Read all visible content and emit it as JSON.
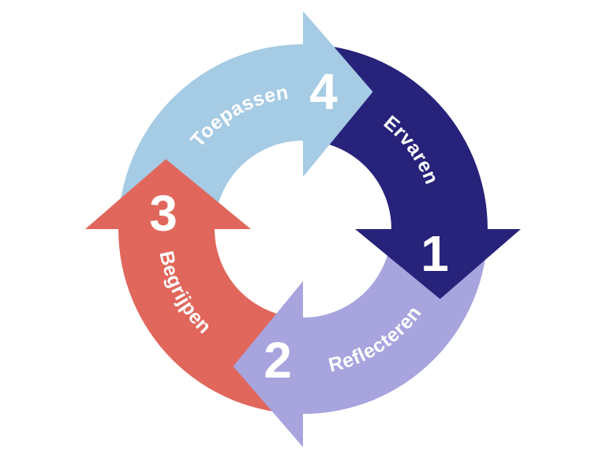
{
  "diagram": {
    "type": "cycle",
    "steps": [
      {
        "number": "1",
        "label": "Ervaren",
        "color": "#27237a"
      },
      {
        "number": "2",
        "label": "Reflecteren",
        "color": "#a7a4de"
      },
      {
        "number": "3",
        "label": "Begrijpen",
        "color": "#e1675c"
      },
      {
        "number": "4",
        "label": "Toepassen",
        "color": "#a6cbe4"
      }
    ]
  }
}
